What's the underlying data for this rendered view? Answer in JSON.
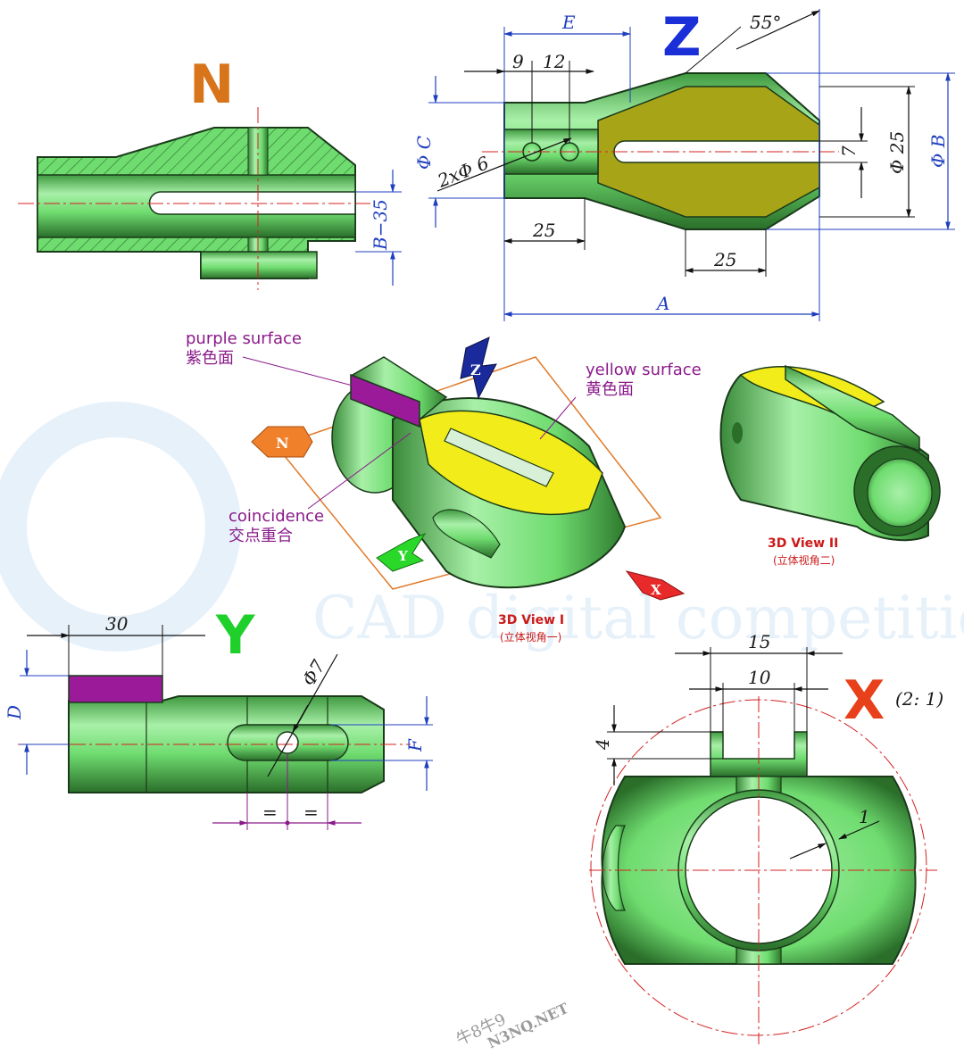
{
  "views": {
    "n": {
      "letter": "N",
      "color": "#d8741a"
    },
    "z": {
      "letter": "Z",
      "color": "#1a2fd8"
    },
    "y": {
      "letter": "Y",
      "color": "#1fcf2a"
    },
    "x": {
      "letter": "X",
      "color": "#e8401a",
      "scale": "(2: 1)"
    }
  },
  "dimensions": {
    "n_b35": "B−35",
    "z_e": "E",
    "z_9": "9",
    "z_12": "12",
    "z_55": "55°",
    "z_phi_c": "Φ C",
    "z_2xphi6": "2xΦ 6",
    "z_7": "7",
    "z_phi25": "Φ 25",
    "z_phi_b": "Φ B",
    "z_25_left": "25",
    "z_25_right": "25",
    "z_a": "A",
    "y_30": "30",
    "y_d": "D",
    "y_phi7": "Φ7",
    "y_f": "F",
    "y_eq1": "=",
    "y_eq2": "=",
    "x_15": "15",
    "x_10": "10",
    "x_4": "4",
    "x_1": "1"
  },
  "callouts": {
    "purple_en": "purple surface",
    "purple_zh": "紫色面",
    "yellow_en": "yellow surface",
    "yellow_zh": "黄色面",
    "coincidence_en": "coincidence",
    "coincidence_zh": "交点重合"
  },
  "captions": {
    "view1": "3D View I",
    "view1_zh": "(立体视角一)",
    "view2": "3D View II",
    "view2_zh": "(立体视角二)"
  },
  "arrows": {
    "n": "N",
    "z": "Z",
    "y": "Y",
    "x": "X"
  },
  "watermark": {
    "line1": "CAD digital competition",
    "stamp1": "牛8牛9",
    "stamp2": "N3NQ.NET"
  },
  "colors": {
    "green": "#6fdc6f",
    "green_dark": "#2e7a2e",
    "yellow": "#f2ec1a",
    "olive": "#a8a418",
    "purple": "#9a1a9a",
    "dim_blue": "#1f3fbf",
    "center_red": "#d42020"
  }
}
